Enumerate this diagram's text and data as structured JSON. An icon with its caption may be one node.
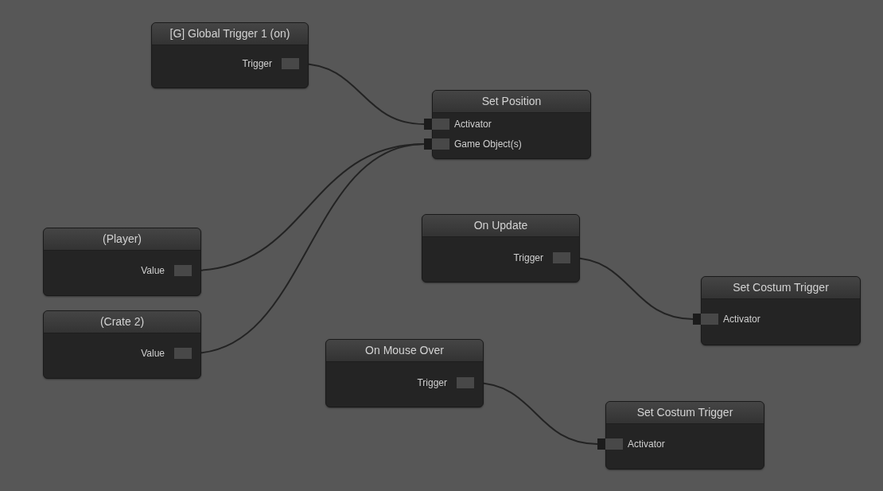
{
  "diagram": {
    "nodes": [
      {
        "text": [
          "[G] Global Trigger 1 (on)"
        ]
      },
      {
        "text": [
          "Trigger"
        ],
        "in": 0
      },
      {
        "text": [
          "Set Position"
        ]
      },
      {
        "text": [
          "Activator"
        ],
        "in": 2
      },
      {
        "text": [
          "Game Object(s)"
        ],
        "in": 2
      },
      {
        "text": [
          "(Player)"
        ]
      },
      {
        "text": [
          "Value"
        ],
        "in": 5
      },
      {
        "text": [
          "(Crate 2)"
        ]
      },
      {
        "text": [
          "Value"
        ],
        "in": 7
      },
      {
        "text": [
          "On Update"
        ]
      },
      {
        "text": [
          "Trigger"
        ],
        "in": 9
      },
      {
        "text": [
          "Set Costum Trigger"
        ]
      },
      {
        "text": [
          "Activator"
        ],
        "in": 11
      },
      {
        "text": [
          "On Mouse Over"
        ]
      },
      {
        "text": [
          "Trigger"
        ],
        "in": 13
      },
      {
        "text": [
          "Set Costum Trigger"
        ]
      },
      {
        "text": [
          "Activator"
        ],
        "in": 15
      }
    ],
    "edges": [
      {
        "from": 1,
        "to": 3,
        "arrow": "none"
      },
      {
        "from": 6,
        "to": 4,
        "arrow": "none"
      },
      {
        "from": 8,
        "to": 4,
        "arrow": "none"
      },
      {
        "from": 10,
        "to": 12,
        "arrow": "none"
      },
      {
        "from": 14,
        "to": 16,
        "arrow": "none"
      }
    ]
  }
}
